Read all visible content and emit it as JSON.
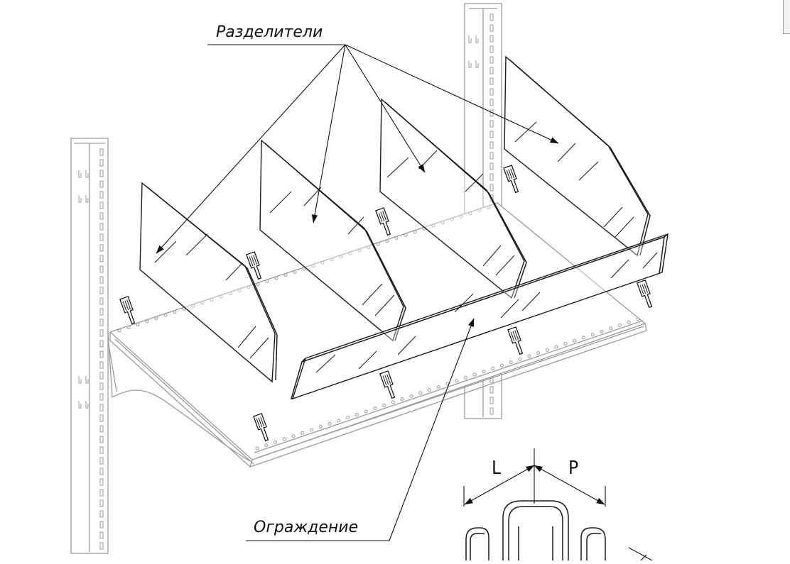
{
  "diagram": {
    "labels": {
      "dividers": "Разделители",
      "fence": "Ограждение",
      "dim_left": "L",
      "dim_right": "P"
    },
    "colors": {
      "line": "#1a1a1a",
      "structure": "#9a9a9a",
      "background": "#ffffff"
    }
  }
}
